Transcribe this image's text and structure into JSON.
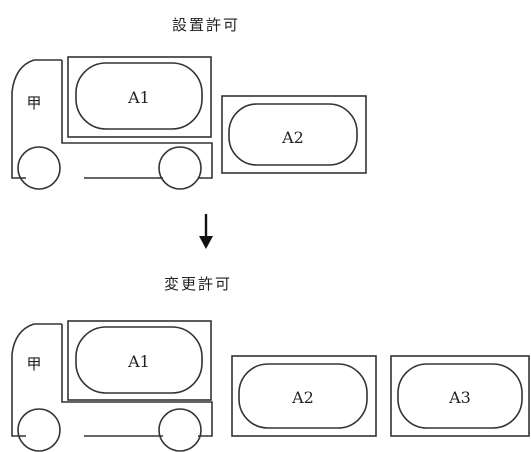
{
  "diagram": {
    "top": {
      "title": "設置許可",
      "truck_label": "甲",
      "tanks": [
        "A1",
        "A2"
      ]
    },
    "bottom": {
      "title": "変更許可",
      "truck_label": "甲",
      "tanks": [
        "A1",
        "A2",
        "A3"
      ]
    },
    "arrow": "↓"
  }
}
